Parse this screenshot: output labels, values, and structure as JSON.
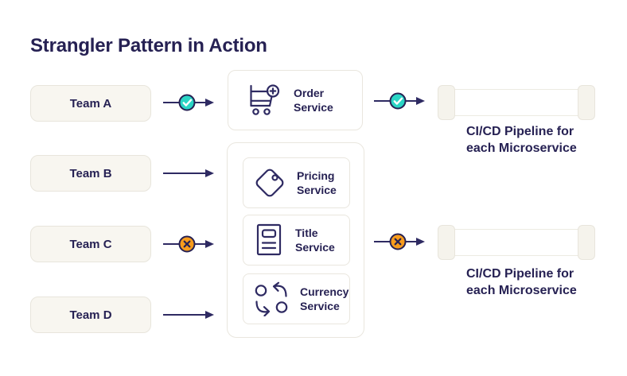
{
  "title": "Strangler Pattern in Action",
  "teams": [
    {
      "label": "Team A",
      "marker": "check"
    },
    {
      "label": "Team B",
      "marker": "none"
    },
    {
      "label": "Team C",
      "marker": "cross"
    },
    {
      "label": "Team D",
      "marker": "none"
    }
  ],
  "services": {
    "order": {
      "name": "Order Service",
      "icon": "cart-plus-icon"
    },
    "pricing": {
      "name": "Pricing Service",
      "icon": "price-tag-icon"
    },
    "title_svc": {
      "name": "Title Service",
      "icon": "document-icon"
    },
    "currency": {
      "name": "Currency Service",
      "icon": "currency-exchange-icon"
    }
  },
  "pipelines": [
    {
      "line1": "CI/CD Pipeline for",
      "line2": "each Microservice",
      "marker": "check"
    },
    {
      "line1": "CI/CD Pipeline for",
      "line2": "each Microservice",
      "marker": "cross"
    }
  ],
  "colors": {
    "ink": "#262153",
    "icon_stroke": "#2e2a62",
    "accent_teal": "#2ad5c5",
    "accent_orange": "#f89c1c",
    "team_box_bg": "#f8f6f0",
    "box_border": "#e9e6de",
    "pipe_cap_bg": "#f5f3ec"
  }
}
